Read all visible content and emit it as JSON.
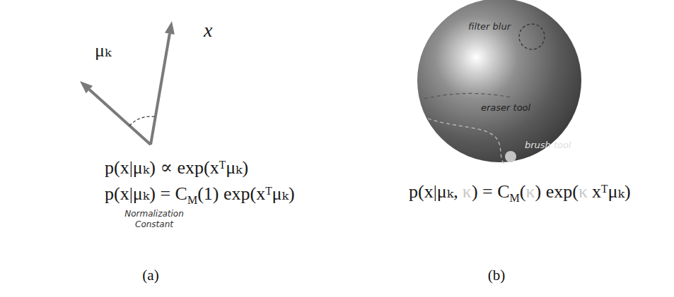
{
  "diagram": {
    "labels": [
      "μₖ",
      "x",
      "p(x|μₖ) ∝ exp(xᵀμₖ)",
      "p(x|μₖ) = C",
      "M",
      "(1) exp(xᵀμₖ)",
      "Normalization Constant",
      "(a)",
      "filter blur",
      "eraser tool",
      "brush tool",
      "p(x|μₖ,",
      "κ",
      ") = C",
      "M",
      "(",
      "κ",
      ") exp(",
      "κ",
      "xᵀμₖ)",
      "(b)"
    ]
  }
}
